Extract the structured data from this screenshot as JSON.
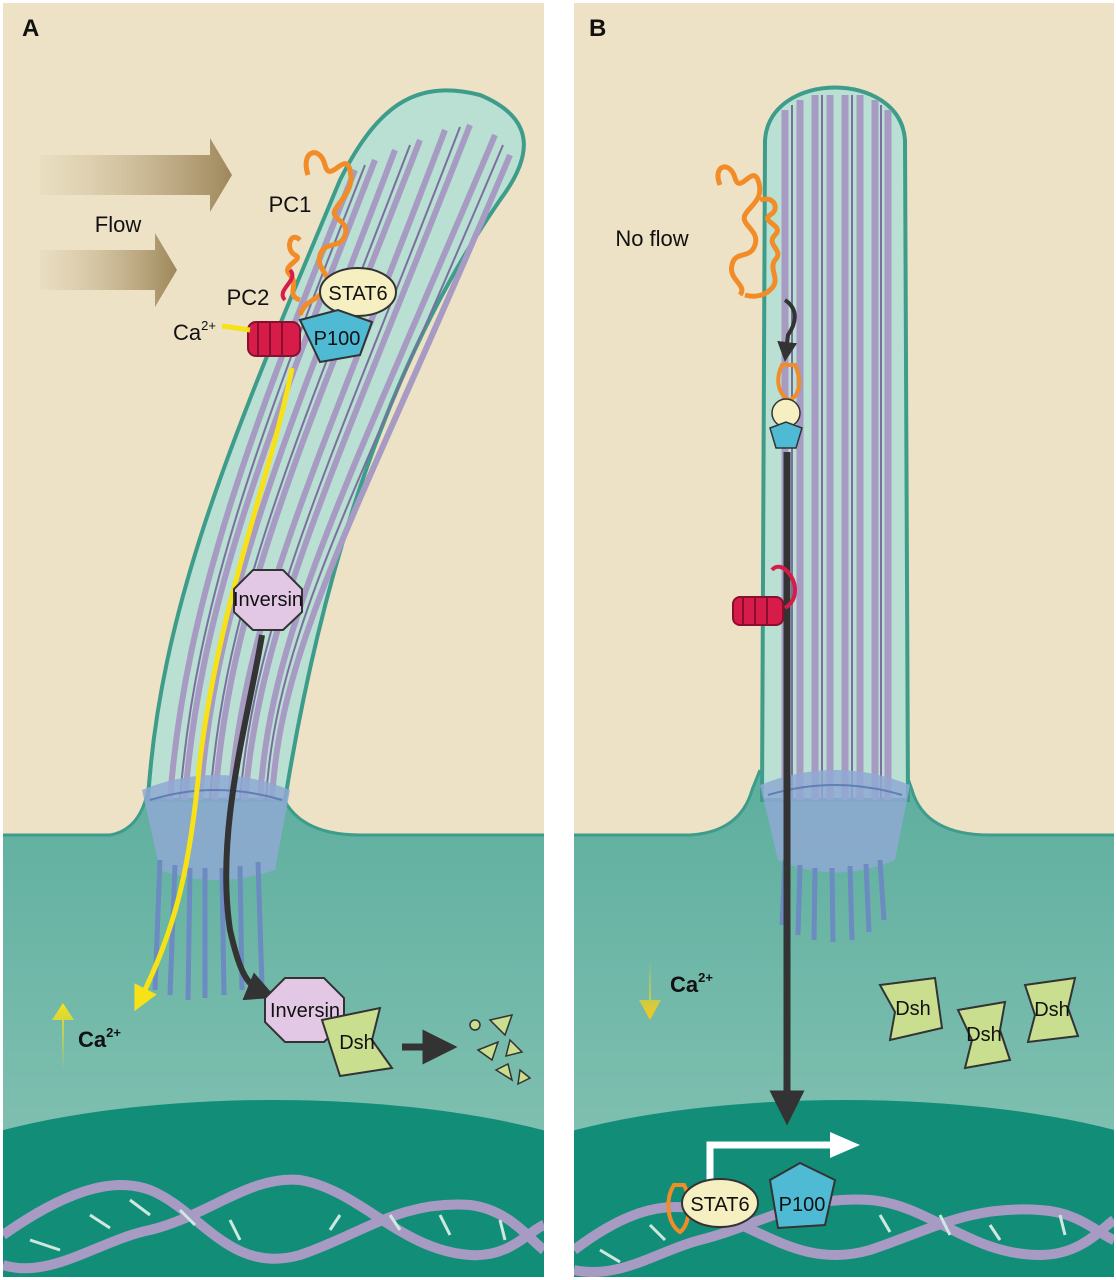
{
  "panels": {
    "a": {
      "letter": "A",
      "flow_label": "Flow",
      "pc1": "PC1",
      "pc2": "PC2",
      "ca_label": "Ca",
      "ca_sup": "2+",
      "stat6": "STAT6",
      "p100": "P100",
      "inversin_cilium": "Inversin",
      "inversin_cyto": "Inversin",
      "dsh": "Dsh",
      "ca_up_label": "Ca",
      "ca_up_sup": "2+"
    },
    "b": {
      "letter": "B",
      "noflow_label": "No flow",
      "ca_down_label": "Ca",
      "ca_down_sup": "2+",
      "dsh_1": "Dsh",
      "dsh_2": "Dsh",
      "dsh_3": "Dsh",
      "stat6": "STAT6",
      "p100": "P100"
    }
  },
  "colors": {
    "lumen": "#EDE2C6",
    "cytoplasm": "#5FB0A0",
    "nucleus": "#128E78",
    "cilium_membrane": "#B9E0D3",
    "cilium_outline": "#3E9C8A",
    "microtubule": "#A79BC4",
    "pc1": "#F28C28",
    "pc2": "#D81C4A",
    "calcium": "#F7E117",
    "stat6": "#F6EFC2",
    "p100": "#4FBAD3",
    "inversin": "#E3C8E6",
    "dsh": "#C9DF8F",
    "arrow_dark": "#333333"
  }
}
